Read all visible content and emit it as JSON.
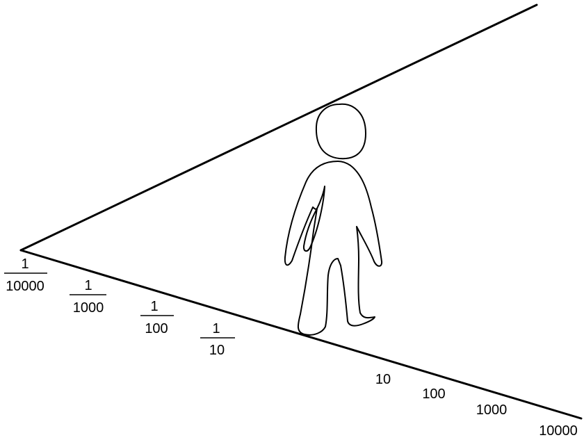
{
  "colors": {
    "line": "#000000",
    "background": "#ffffff"
  },
  "figure": {
    "icon": "person-outline-icon"
  },
  "scale_labels": {
    "fractions": [
      {
        "numerator": "1",
        "denominator": "10000"
      },
      {
        "numerator": "1",
        "denominator": "1000"
      },
      {
        "numerator": "1",
        "denominator": "100"
      },
      {
        "numerator": "1",
        "denominator": "10"
      }
    ],
    "multiples": [
      "10",
      "100",
      "1000",
      "10000"
    ]
  }
}
